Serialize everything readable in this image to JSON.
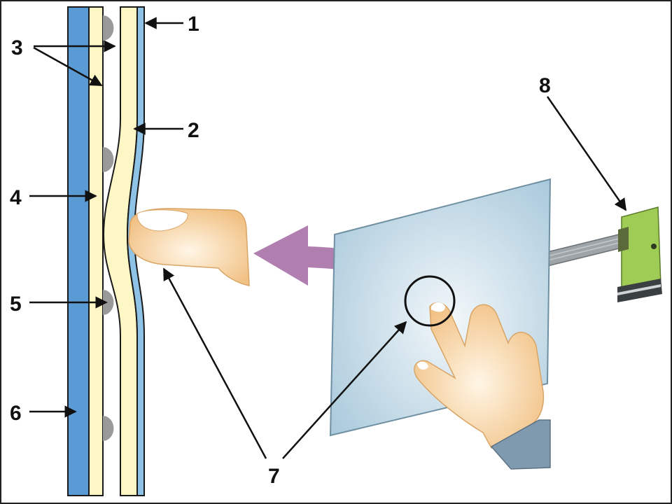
{
  "labels": {
    "l1": "1",
    "l2": "2",
    "l3": "3",
    "l4": "4",
    "l5": "5",
    "l6": "6",
    "l7": "7",
    "l8": "8"
  },
  "colors": {
    "outer_blue": "#5b9bd5",
    "film_cream": "#fdf7c6",
    "film_blue": "#8ec2e6",
    "spacer_dot": "#9a9a9a",
    "panel_glass": "#b7d4e3",
    "arrow_purple": "#b07fb0",
    "skin": "#f4c98e",
    "sleeve": "#7f9aae",
    "controller_board": "#9fcc55",
    "cable": "#9ea4a8"
  }
}
